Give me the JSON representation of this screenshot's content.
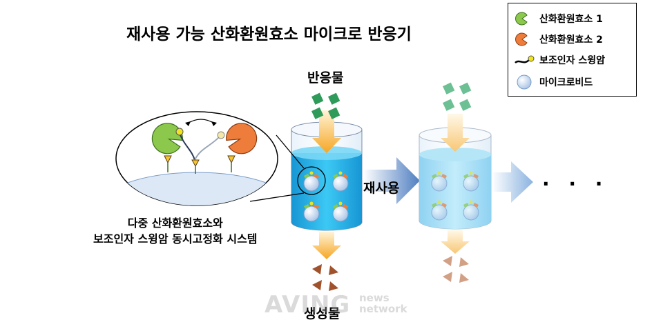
{
  "title": "재사용 가능 산화환원효소 마이크로 반응기",
  "labels": {
    "reactant": "반응물",
    "reuse": "재사용",
    "product": "생성물",
    "ellipsis": "· · ·"
  },
  "caption": {
    "line1": "다중 산화환원효소와",
    "line2": "보조인자 스윙암 동시고정화 시스템"
  },
  "legend": {
    "items": [
      {
        "label": "산화환원효소 1",
        "icon": "green-enzyme-icon"
      },
      {
        "label": "산화환원효소 2",
        "icon": "orange-enzyme-icon"
      },
      {
        "label": "보조인자 스윙암",
        "icon": "swing-arm-icon"
      },
      {
        "label": "마이크로비드",
        "icon": "microbead-icon"
      }
    ]
  },
  "watermark": {
    "main": "AVING",
    "small_top": "news",
    "small_bottom": "network"
  },
  "colors": {
    "enzyme1": "#8cc84b",
    "enzyme2": "#ee7d3c",
    "reactant": "#2e9b5a",
    "product": "#a0522d",
    "liquid": "#1eaee8",
    "bead": "#c9dcf2",
    "arrow_orange": "#f6a623",
    "arrow_blue": "#4f7fc1"
  }
}
